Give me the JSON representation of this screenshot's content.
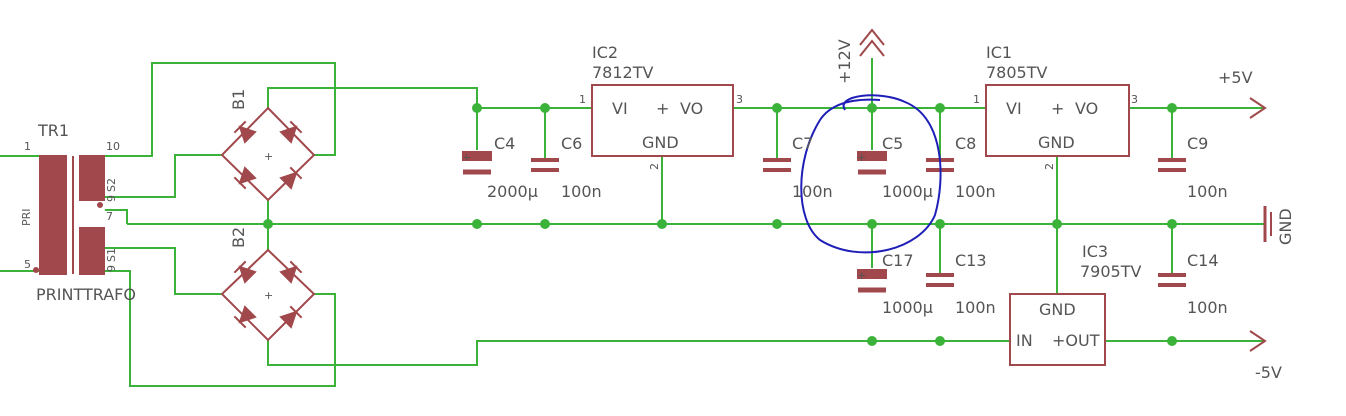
{
  "colors": {
    "wire": "#3bb33b",
    "junction": "#3bb33b",
    "part": "#a0484b",
    "text": "#555555",
    "annotation": "#1f1fb8",
    "background": "#ffffff"
  },
  "transformer": {
    "name": "TR1",
    "value": "PRINTTRAFO",
    "primary_label": "PRI",
    "secondary1_label": "S1",
    "secondary2_label": "S2",
    "pin_1": "1",
    "pin_5": "5",
    "pin_10": "10",
    "pin_9a": "9",
    "pin_7": "7",
    "pin_9b": "9"
  },
  "bridges": {
    "b1": "B1",
    "b2": "B2",
    "plus": "+"
  },
  "regulators": {
    "ic2": {
      "name": "IC2",
      "value": "7812TV",
      "vi": "VI",
      "plus": "+",
      "vo": "VO",
      "gnd": "GND",
      "pin1": "1",
      "pin2": "2",
      "pin3": "3"
    },
    "ic1": {
      "name": "IC1",
      "value": "7805TV",
      "vi": "VI",
      "plus": "+",
      "vo": "VO",
      "gnd": "GND",
      "pin1": "1",
      "pin2": "2",
      "pin3": "3"
    },
    "ic3": {
      "name": "IC3",
      "value": "7905TV",
      "in": "IN",
      "out": "+OUT",
      "gnd": "GND"
    }
  },
  "capacitors": {
    "c4": {
      "name": "C4",
      "value": "2000µ"
    },
    "c6": {
      "name": "C6",
      "value": "100n"
    },
    "c7": {
      "name": "C7",
      "value": "100n"
    },
    "c5": {
      "name": "C5",
      "value": "1000µ"
    },
    "c8": {
      "name": "C8",
      "value": "100n"
    },
    "c9": {
      "name": "C9",
      "value": "100n"
    },
    "c17": {
      "name": "C17",
      "value": "1000µ"
    },
    "c13": {
      "name": "C13",
      "value": "100n"
    },
    "c14": {
      "name": "C14",
      "value": "100n"
    },
    "polarity": "+"
  },
  "supplies": {
    "p12": "+12V",
    "p5": "+5V",
    "gnd": "GND",
    "m5": "-5V"
  }
}
